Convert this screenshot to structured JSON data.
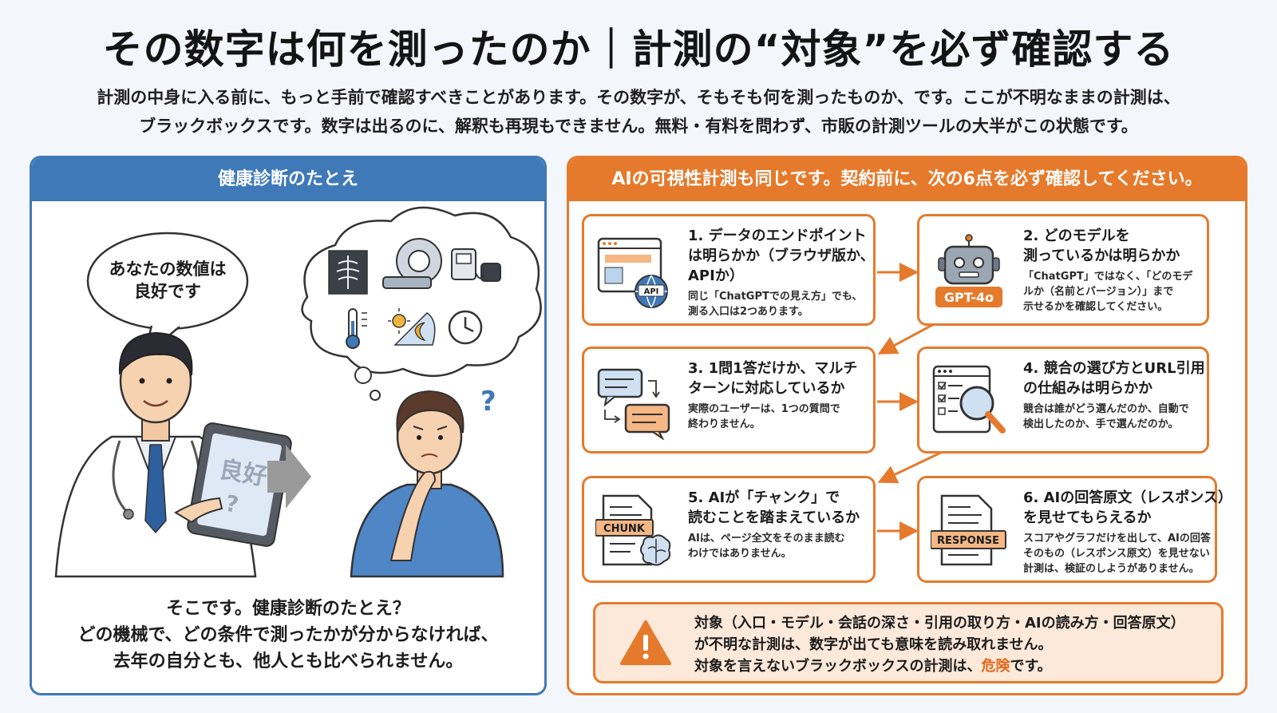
{
  "header": {
    "title": "その数字は何を測ったのか｜計測の“対象”を必ず確認する",
    "intro_line1": "計測の中身に入る前に、もっと手前で確認すべきことがあります。その数字が、そもそも何を測ったものか、です。ここが不明なままの計測は、",
    "intro_line2": "ブラックボックスです。数字は出るのに、解釈も再現もできません。無料・有料を問わず、市販の計測ツールの大半がこの状態です。"
  },
  "left_panel": {
    "heading": "健康診断のたとえ",
    "speech_line1": "あなたの数値は",
    "speech_line2": "良好です",
    "tablet_text": "良好",
    "tablet_mark": "?",
    "thinking_mark": "?",
    "caption_line1": "そこです。健康診断のたとえ？",
    "caption_line2": "どの機械で、どの条件で測ったかが分からなければ、",
    "caption_line3": "去年の自分とも、他人とも比べられません。"
  },
  "right_panel": {
    "heading": "AIの可視性計測も同じです。契約前に、次の6点を必ず確認してください。",
    "cards": [
      {
        "title_lines": [
          "1. データのエンドポイント",
          "は明らかか（ブラウザ版か、",
          "APIか）"
        ],
        "desc_lines": [
          "同じ「ChatGPTでの見え方」でも、",
          "測る入口は2つあります。"
        ],
        "icon": "browser-api-icon",
        "icon_label": "API"
      },
      {
        "title_lines": [
          "2. どのモデルを",
          "測っているかは明らかか"
        ],
        "desc_lines": [
          "「ChatGPT」ではなく、「どのモデ",
          "ルか（名前とバージョン）」まで",
          "示せるかを確認してください。"
        ],
        "icon": "robot-icon",
        "icon_label": "GPT-4o"
      },
      {
        "title_lines": [
          "3. 1問1答だけか、マルチ",
          "ターンに対応しているか"
        ],
        "desc_lines": [
          "実際のユーザーは、1つの質問で",
          "終わりません。"
        ],
        "icon": "chat-bubbles-icon",
        "icon_label": ""
      },
      {
        "title_lines": [
          "4. 競合の選び方とURL引用",
          "の仕組みは明らかか"
        ],
        "desc_lines": [
          "競合は誰がどう選んだのか、自動で",
          "検出したのか、手で選んだのか。"
        ],
        "icon": "checklist-magnifier-icon",
        "icon_label": ""
      },
      {
        "title_lines": [
          "5. AIが「チャンク」で",
          "読むことを踏まえているか"
        ],
        "desc_lines": [
          "AIは、ページ全文をそのまま読む",
          "わけではありません。"
        ],
        "icon": "chunk-brain-icon",
        "icon_label": "CHUNK"
      },
      {
        "title_lines": [
          "6. AIの回答原文（レスポンス）",
          "を見せてもらえるか"
        ],
        "desc_lines": [
          "スコアやグラフだけを出して、AIの回答",
          "そのもの（レスポンス原文）を見せない",
          "計測は、検証のしようがありません。"
        ],
        "icon": "response-document-icon",
        "icon_label": "RESPONSE"
      }
    ],
    "warning": {
      "line1": "対象（入口・モデル・会話の深さ・引用の取り方・AIの読み方・回答原文）",
      "line2": "が不明な計測は、数字が出ても意味を読み取れません。",
      "line3_before": "対象を言えないブラックボックスの計測は、",
      "line3_highlight": "危険",
      "line3_after": "です。"
    }
  },
  "colors": {
    "blue_accent": "#3f79b8",
    "orange_accent": "#e57a2c",
    "warning_bg": "#fde9d9",
    "danger_text": "#e2671c"
  }
}
